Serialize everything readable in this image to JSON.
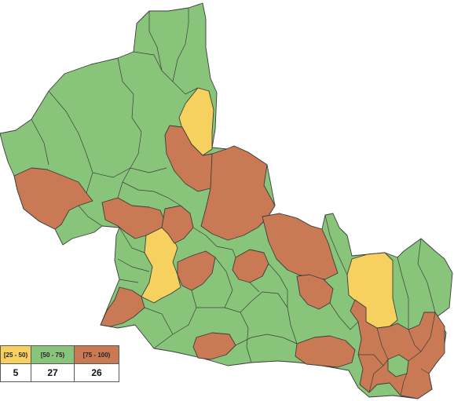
{
  "colors": {
    "low": "#f6d160",
    "mid": "#88c57a",
    "high": "#c97a55"
  },
  "legend": {
    "ranges": [
      "[25 - 50)",
      "[50 - 75)",
      "[75 - 100)"
    ],
    "counts": [
      "5",
      "27",
      "26"
    ]
  }
}
